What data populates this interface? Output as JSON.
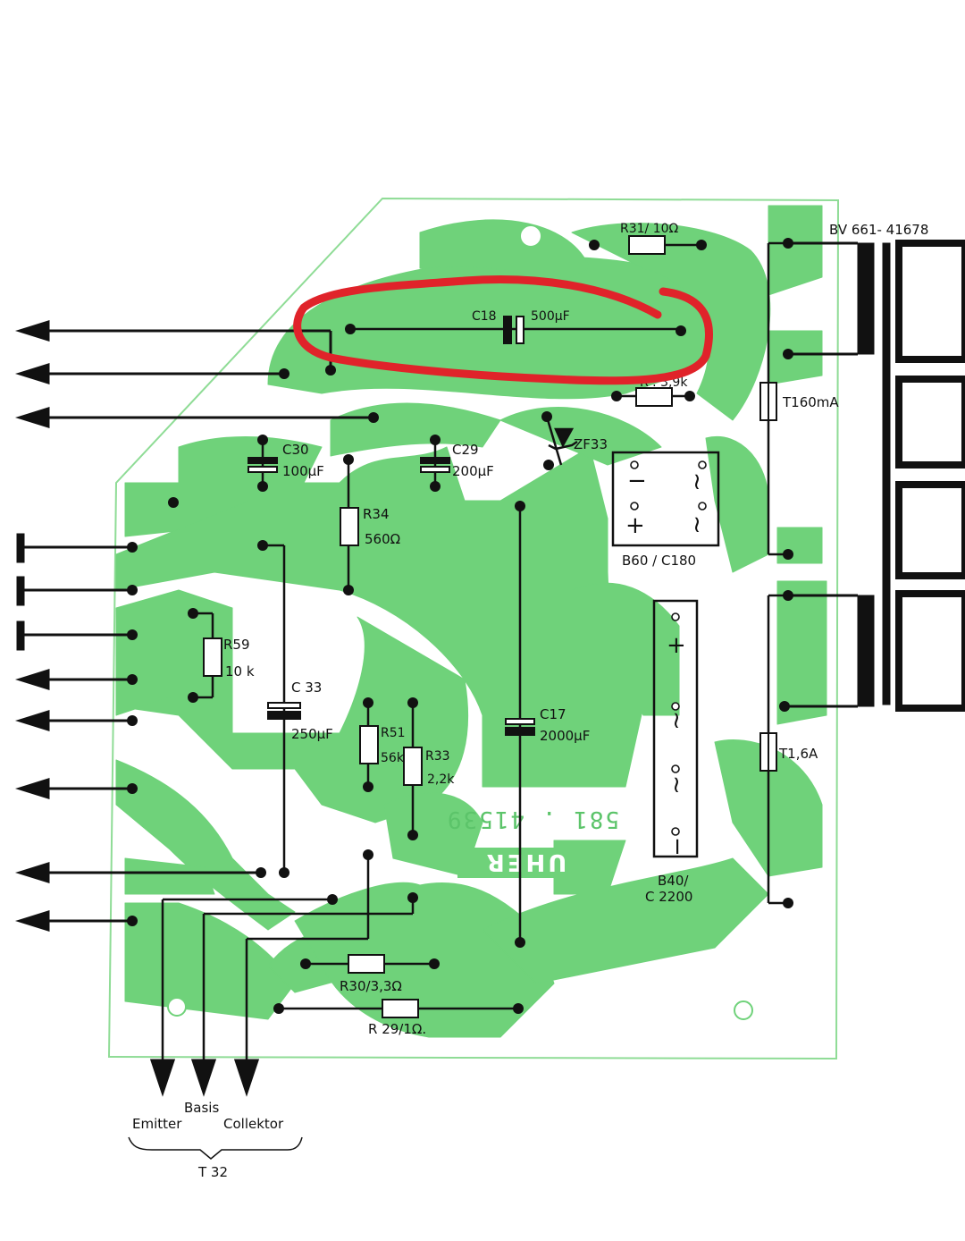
{
  "board": {
    "transformer_part": "BV 661- 41678",
    "print_number": "581 . 41539",
    "logo_text": "UHER"
  },
  "components": {
    "r31": "R31/ 10Ω",
    "c18": "C18",
    "c18_value": "500µF",
    "r_hidden": "R . 3,9k",
    "zf33": "ZF33",
    "fuse1": "T160mA",
    "c30": "C30",
    "c30_value": "100µF",
    "c29": "C29",
    "c29_value": "200µF",
    "r34": "R34",
    "r34_value": "560Ω",
    "bridge1": "B60 / C180",
    "r59": "R59",
    "r59_value": "10 k",
    "c33": "C 33",
    "c33_value": "250µF",
    "r51": "R51",
    "r51_value": "56k",
    "r33": "R33",
    "r33_value": "2,2k",
    "c17": "C17",
    "c17_value": "2000µF",
    "fuse2": "T1,6A",
    "bridge2_line1": "B40/",
    "bridge2_line2": "C 2200",
    "r30": "R30/3,3Ω",
    "r29": "R 29/1Ω."
  },
  "bridge_symbols": {
    "minus": "−",
    "plus": "+",
    "ac": "~"
  },
  "transistor": {
    "basis": "Basis",
    "emitter": "Emitter",
    "collector": "Collektor",
    "name": "T 32"
  },
  "colors": {
    "copper": "#6fd27a",
    "outline": "#8fdc96",
    "highlight": "#e0232a",
    "ink": "#111111"
  }
}
